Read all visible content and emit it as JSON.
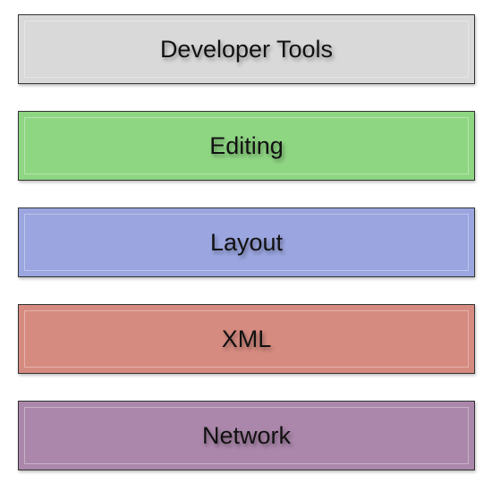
{
  "layers": [
    {
      "label": "Developer Tools",
      "color": "#d9d9d9"
    },
    {
      "label": "Editing",
      "color": "#8fd683"
    },
    {
      "label": "Layout",
      "color": "#9ba6e0"
    },
    {
      "label": "XML",
      "color": "#d68b80"
    },
    {
      "label": "Network",
      "color": "#ab87ab"
    }
  ]
}
